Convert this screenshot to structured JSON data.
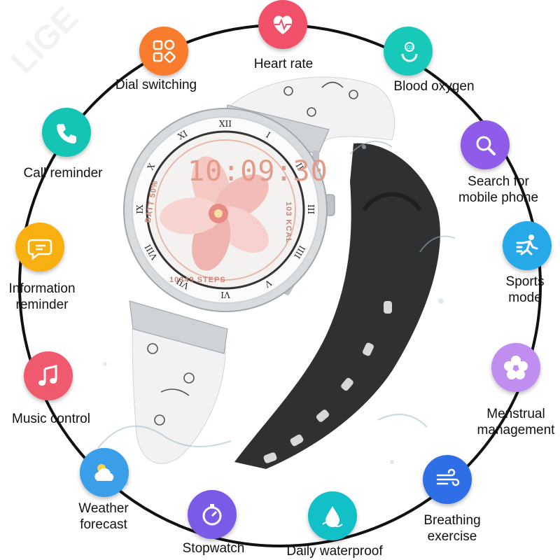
{
  "watermark": "LIGE",
  "watch": {
    "time": "10:09:30",
    "battery": "BATT 50%",
    "calories": "103 KCAL",
    "steps": "10349 STEPS",
    "roman_numerals": [
      "XII",
      "I",
      "II",
      "III",
      "IIII",
      "V",
      "VI",
      "VII",
      "VIII",
      "IX",
      "X",
      "XI"
    ]
  },
  "features": [
    {
      "name": "heart-rate",
      "label": "Heart rate",
      "icon": "heart-pulse-icon",
      "color": "#f0506a"
    },
    {
      "name": "blood-oxygen",
      "label": "Blood oxygen",
      "icon": "o2-drop-icon",
      "color": "#18c9b9"
    },
    {
      "name": "search-phone",
      "label": "Search for\nmobile phone",
      "icon": "magnifier-icon",
      "color": "#8e5ce8"
    },
    {
      "name": "sports-mode",
      "label": "Sports\nmode",
      "icon": "runner-icon",
      "color": "#27a8e8"
    },
    {
      "name": "menstrual",
      "label": "Menstrual\nmanagement",
      "icon": "flower-icon",
      "color": "#c08ef0"
    },
    {
      "name": "breathing",
      "label": "Breathing\nexercise",
      "icon": "wind-icon",
      "color": "#2e6ee6"
    },
    {
      "name": "waterproof",
      "label": "Daily waterproof",
      "icon": "water-drop-icon",
      "color": "#12c0c8"
    },
    {
      "name": "stopwatch",
      "label": "Stopwatch",
      "icon": "stopwatch-icon",
      "color": "#7a5ae6"
    },
    {
      "name": "weather",
      "label": "Weather\nforecast",
      "icon": "weather-icon",
      "color": "#3a9ee8"
    },
    {
      "name": "music",
      "label": "Music control",
      "icon": "music-note-icon",
      "color": "#f05a6e"
    },
    {
      "name": "information",
      "label": "Information\nreminder",
      "icon": "chat-bubble-icon",
      "color": "#f8b010"
    },
    {
      "name": "call",
      "label": "Call reminder",
      "icon": "phone-icon",
      "color": "#14c4b4"
    },
    {
      "name": "dial",
      "label": "Dial switching",
      "icon": "dial-grid-icon",
      "color": "#f87c2c"
    }
  ]
}
